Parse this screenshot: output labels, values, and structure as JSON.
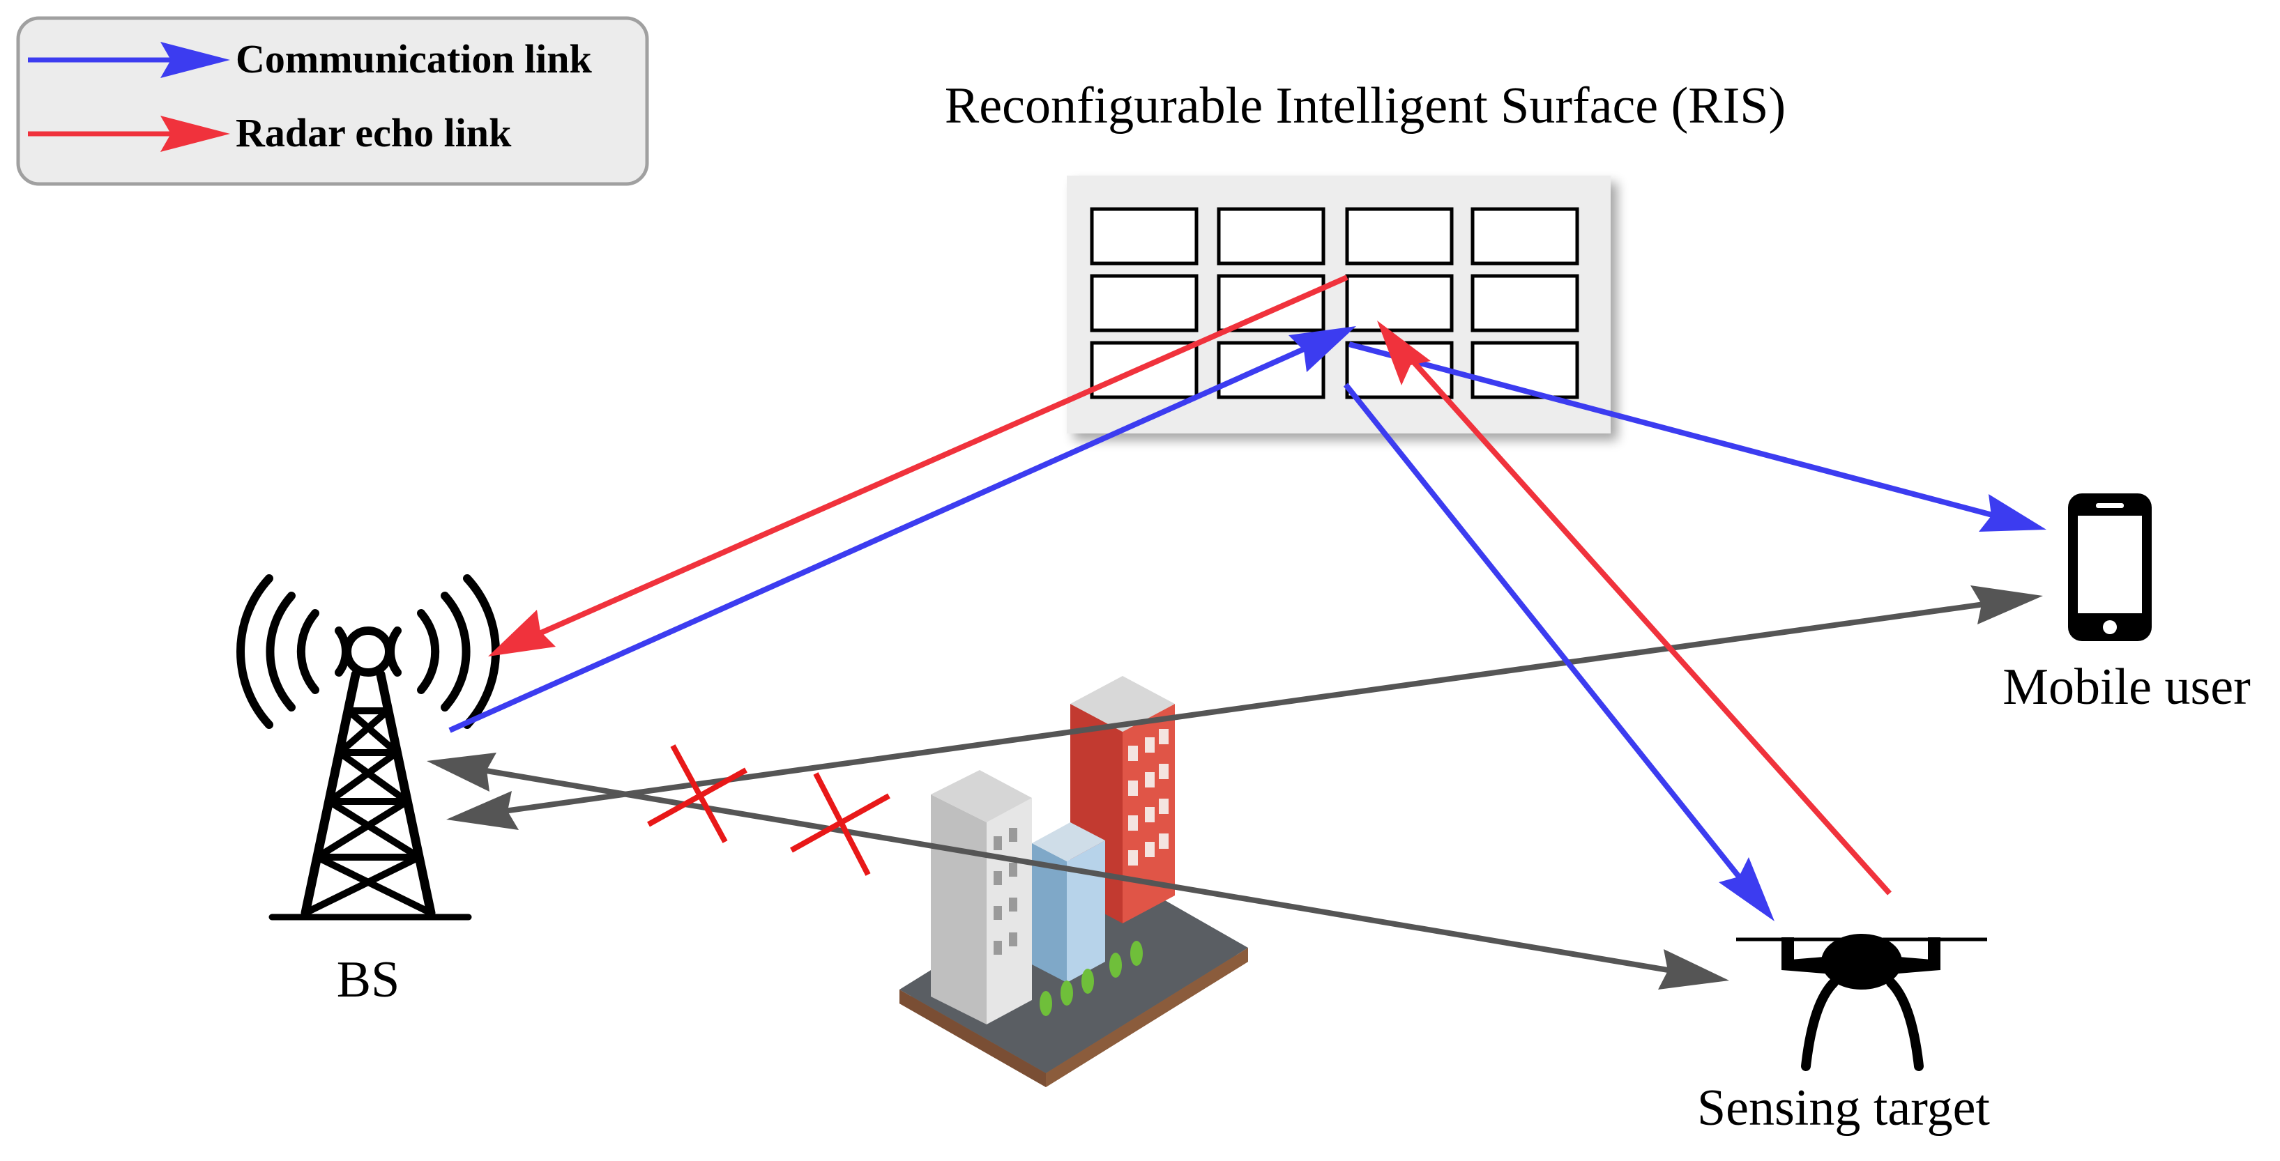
{
  "legend": {
    "items": [
      {
        "label": "Communication link",
        "color": "#3c3cf0"
      },
      {
        "label": "Radar echo link",
        "color": "#f0323c"
      }
    ]
  },
  "ris": {
    "title": "Reconfigurable Intelligent Surface (RIS)"
  },
  "nodes": {
    "bs": {
      "label": "BS",
      "icon": "cell-tower-icon"
    },
    "mobile_user": {
      "label": "Mobile user",
      "icon": "smartphone-icon"
    },
    "sensing_target": {
      "label": "Sensing target",
      "icon": "drone-icon"
    },
    "obstacle": {
      "icon": "buildings-icon"
    }
  },
  "colors": {
    "communication": "#3c3cf0",
    "radar": "#f0323c",
    "direct_link": "#555555",
    "blocked_mark": "#e81818"
  }
}
